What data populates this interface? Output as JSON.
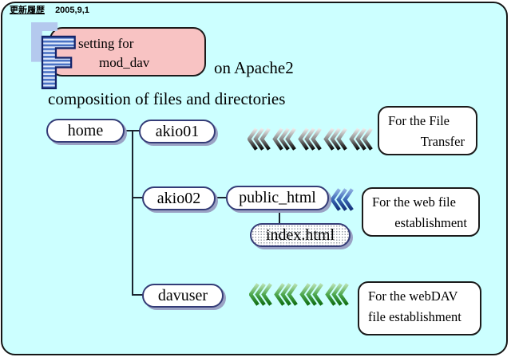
{
  "header": {
    "revision_label": "更新履歴",
    "revision_date": "2005,9,1"
  },
  "title": {
    "line1": "setting for",
    "line2": "mod_dav",
    "suffix": "on Apache2",
    "icon": "letter-f-wordart-logo"
  },
  "subtitle": {
    "text": "composition of files and directories"
  },
  "tree": {
    "home": "home",
    "akio01": "akio01",
    "akio02": "akio02",
    "davuser": "davuser",
    "public_html": "public_html",
    "index_html": "index.html"
  },
  "annotations": {
    "file_transfer": {
      "line1": "For the File",
      "line2": "Transfer"
    },
    "web_file": {
      "line1": "For the web file",
      "line2": "establishment"
    },
    "webdav": {
      "line1": "For the webDAV",
      "line2": "file establishment"
    }
  },
  "chevrons": {
    "gray": {
      "groups": 5,
      "strokes_per_group": 3,
      "top_color": "#ededed",
      "mid_color": "#8a8a8a",
      "bottom_color": "#050505"
    },
    "blue": {
      "groups": 1,
      "strokes_per_group": 3,
      "top_color": "#8fb0e2",
      "mid_color": "#3a66b5",
      "bottom_color": "#122f77"
    },
    "green": {
      "groups": 4,
      "strokes_per_group": 3,
      "top_color": "#b9e2b4",
      "mid_color": "#4ea84e",
      "bottom_color": "#0e6d12"
    }
  },
  "colors": {
    "panel_background": "#ccffff",
    "panel_border": "#161616",
    "title_box_pink": "#f8c3c3",
    "pill_border_navy": "#343c77",
    "pill_shadow": "#9aa2c4"
  }
}
